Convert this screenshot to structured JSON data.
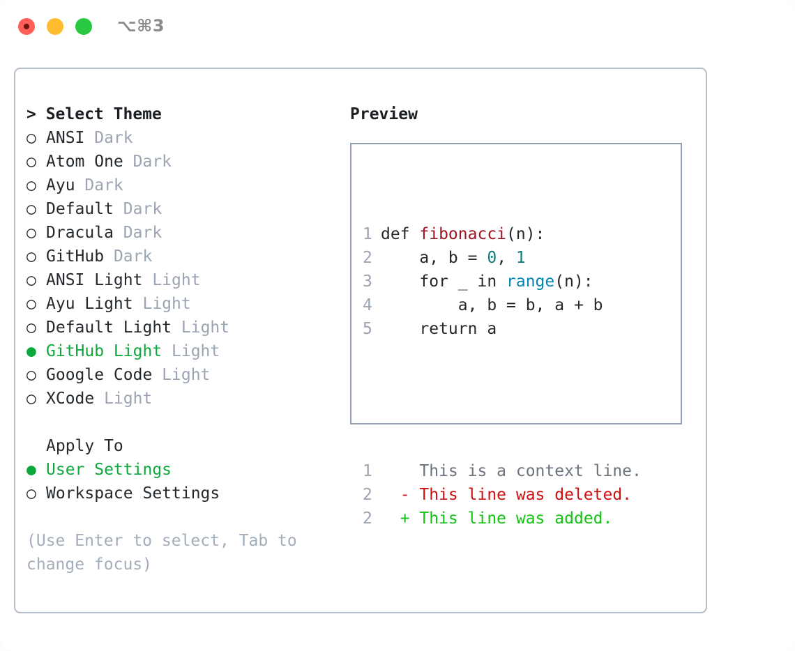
{
  "titlebar": {
    "shortcut": "⌥⌘3",
    "lights": [
      {
        "name": "close",
        "color": "#ff5f57"
      },
      {
        "name": "minimize",
        "color": "#febc2e"
      },
      {
        "name": "zoom",
        "color": "#28c840"
      }
    ]
  },
  "left": {
    "heading": "> Select Theme",
    "bullet_empty": "○",
    "bullet_filled": "●",
    "themes": [
      {
        "name": "ANSI",
        "variant": "Dark",
        "selected": false
      },
      {
        "name": "Atom One",
        "variant": "Dark",
        "selected": false
      },
      {
        "name": "Ayu",
        "variant": "Dark",
        "selected": false
      },
      {
        "name": "Default",
        "variant": "Dark",
        "selected": false
      },
      {
        "name": "Dracula",
        "variant": "Dark",
        "selected": false
      },
      {
        "name": "GitHub",
        "variant": "Dark",
        "selected": false
      },
      {
        "name": "ANSI Light",
        "variant": "Light",
        "selected": false
      },
      {
        "name": "Ayu Light",
        "variant": "Light",
        "selected": false
      },
      {
        "name": "Default Light",
        "variant": "Light",
        "selected": false
      },
      {
        "name": "GitHub Light",
        "variant": "Light",
        "selected": true
      },
      {
        "name": "Google Code",
        "variant": "Light",
        "selected": false
      },
      {
        "name": "XCode",
        "variant": "Light",
        "selected": false
      }
    ],
    "apply_to_heading": "Apply To",
    "apply_options": [
      {
        "label": "User Settings",
        "selected": true
      },
      {
        "label": "Workspace Settings",
        "selected": false
      }
    ],
    "hint": "(Use Enter to select, Tab to change focus)"
  },
  "right": {
    "preview_title": "Preview",
    "code_lines": [
      {
        "num": "1",
        "tokens": [
          {
            "text": "def ",
            "style": "plain"
          },
          {
            "text": "fibonacci",
            "style": "func"
          },
          {
            "text": "(n):",
            "style": "plain"
          }
        ]
      },
      {
        "num": "2",
        "tokens": [
          {
            "text": "    a, b = ",
            "style": "plain"
          },
          {
            "text": "0",
            "style": "num"
          },
          {
            "text": ", ",
            "style": "plain"
          },
          {
            "text": "1",
            "style": "num"
          }
        ]
      },
      {
        "num": "3",
        "tokens": [
          {
            "text": "    for _ in ",
            "style": "plain"
          },
          {
            "text": "range",
            "style": "builtin"
          },
          {
            "text": "(n):",
            "style": "plain"
          }
        ]
      },
      {
        "num": "4",
        "tokens": [
          {
            "text": "        a, b = b, a + b",
            "style": "plain"
          }
        ]
      },
      {
        "num": "5",
        "tokens": [
          {
            "text": "    return a",
            "style": "plain"
          }
        ]
      }
    ],
    "diff_lines": [
      {
        "num": "1",
        "marker": "  ",
        "text": "This is a context line.",
        "style": "context"
      },
      {
        "num": "2",
        "marker": "- ",
        "text": "This line was deleted.",
        "style": "del"
      },
      {
        "num": "2",
        "marker": "+ ",
        "text": "This line was added.",
        "style": "add"
      }
    ]
  },
  "colors": {
    "accent_green": "#0ca83c",
    "muted": "#9aa4b2",
    "border": "#b5bdc9",
    "preview_border": "#94a0b0",
    "func_red": "#a01323",
    "number_teal": "#0e7c7c",
    "builtin_blue": "#0086b3",
    "diff_del_red": "#cc1111",
    "diff_add_green": "#12c212"
  }
}
